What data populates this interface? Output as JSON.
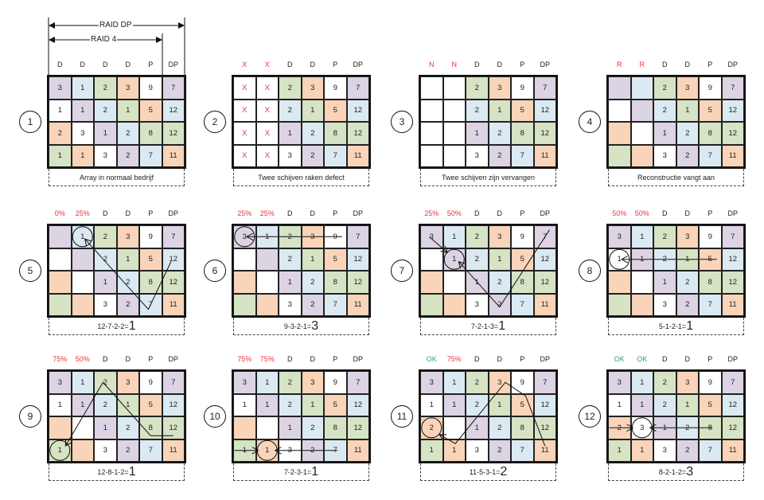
{
  "title_labels": {
    "raid_dp": "RAID DP",
    "raid_4": "RAID 4"
  },
  "colors": {
    "purple": "#dcd3e4",
    "blue": "#dbe9f2",
    "green": "#d6e3c4",
    "orange": "#f9d4b9",
    "white": "#ffffff",
    "alert_red": "#e8333d",
    "ok_green": "#2aa86b"
  },
  "color_map": [
    [
      "purple",
      "blue",
      "green",
      "orange",
      "white",
      "purple"
    ],
    [
      "white",
      "purple",
      "blue",
      "green",
      "orange",
      "blue"
    ],
    [
      "orange",
      "white",
      "purple",
      "blue",
      "green",
      "green"
    ],
    [
      "green",
      "orange",
      "white",
      "purple",
      "blue",
      "orange"
    ]
  ],
  "panels": [
    {
      "number": "1",
      "headers": [
        "D",
        "D",
        "D",
        "D",
        "P",
        "DP"
      ],
      "caption": "Array in normaal bedrijf",
      "cells": [
        [
          "3",
          "1",
          "2",
          "3",
          "9",
          "7"
        ],
        [
          "1",
          "1",
          "2",
          "1",
          "5",
          "12"
        ],
        [
          "2",
          "3",
          "1",
          "2",
          "8",
          "12"
        ],
        [
          "1",
          "1",
          "3",
          "2",
          "7",
          "11"
        ]
      ]
    },
    {
      "number": "2",
      "headers": [
        "X",
        "X",
        "D",
        "D",
        "P",
        "DP"
      ],
      "caption": "Twee schijven raken defect",
      "cells": [
        [
          "X",
          "X",
          "2",
          "3",
          "9",
          "7"
        ],
        [
          "X",
          "X",
          "2",
          "1",
          "5",
          "12"
        ],
        [
          "X",
          "X",
          "1",
          "2",
          "8",
          "12"
        ],
        [
          "X",
          "X",
          "3",
          "2",
          "7",
          "11"
        ]
      ]
    },
    {
      "number": "3",
      "headers": [
        "N",
        "N",
        "D",
        "D",
        "P",
        "DP"
      ],
      "caption": "Twee schijven zijn vervangen",
      "cells": [
        [
          "",
          "",
          "2",
          "3",
          "9",
          "7"
        ],
        [
          "",
          "",
          "2",
          "1",
          "5",
          "12"
        ],
        [
          "",
          "",
          "1",
          "2",
          "8",
          "12"
        ],
        [
          "",
          "",
          "3",
          "2",
          "7",
          "11"
        ]
      ]
    },
    {
      "number": "4",
      "headers": [
        "R",
        "R",
        "D",
        "D",
        "P",
        "DP"
      ],
      "caption": "Reconstructie vangt aan",
      "cells": [
        [
          "",
          "",
          "2",
          "3",
          "9",
          "7"
        ],
        [
          "",
          "",
          "2",
          "1",
          "5",
          "12"
        ],
        [
          "",
          "",
          "1",
          "2",
          "8",
          "12"
        ],
        [
          "",
          "",
          "3",
          "2",
          "7",
          "11"
        ]
      ]
    },
    {
      "number": "5",
      "headers": [
        "0%",
        "25%",
        "D",
        "D",
        "P",
        "DP"
      ],
      "equation": {
        "lhs": "12-7-2-2=",
        "result": "1"
      },
      "cells": [
        [
          "",
          "1",
          "2",
          "3",
          "9",
          "7"
        ],
        [
          "",
          "",
          "2",
          "1",
          "5",
          "12"
        ],
        [
          "",
          "",
          "1",
          "2",
          "8",
          "12"
        ],
        [
          "",
          "",
          "3",
          "2",
          "7",
          "11"
        ]
      ]
    },
    {
      "number": "6",
      "headers": [
        "25%",
        "25%",
        "D",
        "D",
        "P",
        "DP"
      ],
      "equation": {
        "lhs": "9-3-2-1=",
        "result": "3"
      },
      "cells": [
        [
          "3",
          "1",
          "2",
          "3",
          "9",
          "7"
        ],
        [
          "",
          "",
          "2",
          "1",
          "5",
          "12"
        ],
        [
          "",
          "",
          "1",
          "2",
          "8",
          "12"
        ],
        [
          "",
          "",
          "3",
          "2",
          "7",
          "11"
        ]
      ]
    },
    {
      "number": "7",
      "headers": [
        "25%",
        "50%",
        "D",
        "D",
        "P",
        "DP"
      ],
      "equation": {
        "lhs": "7-2-1-3=",
        "result": "1"
      },
      "cells": [
        [
          "3",
          "1",
          "2",
          "3",
          "9",
          "7"
        ],
        [
          "",
          "1",
          "2",
          "1",
          "5",
          "12"
        ],
        [
          "",
          "",
          "1",
          "2",
          "8",
          "12"
        ],
        [
          "",
          "",
          "3",
          "2",
          "7",
          "11"
        ]
      ]
    },
    {
      "number": "8",
      "headers": [
        "50%",
        "50%",
        "D",
        "D",
        "P",
        "DP"
      ],
      "equation": {
        "lhs": "5-1-2-1=",
        "result": "1"
      },
      "cells": [
        [
          "3",
          "1",
          "2",
          "3",
          "9",
          "7"
        ],
        [
          "1",
          "1",
          "2",
          "1",
          "5",
          "12"
        ],
        [
          "",
          "",
          "1",
          "2",
          "8",
          "12"
        ],
        [
          "",
          "",
          "3",
          "2",
          "7",
          "11"
        ]
      ]
    },
    {
      "number": "9",
      "headers": [
        "75%",
        "50%",
        "D",
        "D",
        "P",
        "DP"
      ],
      "equation": {
        "lhs": "12-8-1-2=",
        "result": "1"
      },
      "cells": [
        [
          "3",
          "1",
          "2",
          "3",
          "9",
          "7"
        ],
        [
          "1",
          "1",
          "2",
          "1",
          "5",
          "12"
        ],
        [
          "",
          "",
          "1",
          "2",
          "8",
          "12"
        ],
        [
          "1",
          "",
          "3",
          "2",
          "7",
          "11"
        ]
      ]
    },
    {
      "number": "10",
      "headers": [
        "75%",
        "75%",
        "D",
        "D",
        "P",
        "DP"
      ],
      "equation": {
        "lhs": "7-2-3-1=",
        "result": "1"
      },
      "cells": [
        [
          "3",
          "1",
          "2",
          "3",
          "9",
          "7"
        ],
        [
          "1",
          "1",
          "2",
          "1",
          "5",
          "12"
        ],
        [
          "",
          "",
          "1",
          "2",
          "8",
          "12"
        ],
        [
          "1",
          "1",
          "3",
          "2",
          "7",
          "11"
        ]
      ]
    },
    {
      "number": "11",
      "headers": [
        "OK",
        "75%",
        "D",
        "D",
        "P",
        "DP"
      ],
      "equation": {
        "lhs": "11-5-3-1=",
        "result": "2"
      },
      "cells": [
        [
          "3",
          "1",
          "2",
          "3",
          "9",
          "7"
        ],
        [
          "1",
          "1",
          "2",
          "1",
          "5",
          "12"
        ],
        [
          "2",
          "",
          "1",
          "2",
          "8",
          "12"
        ],
        [
          "1",
          "1",
          "3",
          "2",
          "7",
          "11"
        ]
      ]
    },
    {
      "number": "12",
      "headers": [
        "OK",
        "OK",
        "D",
        "D",
        "P",
        "DP"
      ],
      "equation": {
        "lhs": "8-2-1-2=",
        "result": "3"
      },
      "cells": [
        [
          "3",
          "1",
          "2",
          "3",
          "9",
          "7"
        ],
        [
          "1",
          "1",
          "2",
          "1",
          "5",
          "12"
        ],
        [
          "2",
          "3",
          "1",
          "2",
          "8",
          "12"
        ],
        [
          "1",
          "1",
          "3",
          "2",
          "7",
          "11"
        ]
      ]
    }
  ]
}
